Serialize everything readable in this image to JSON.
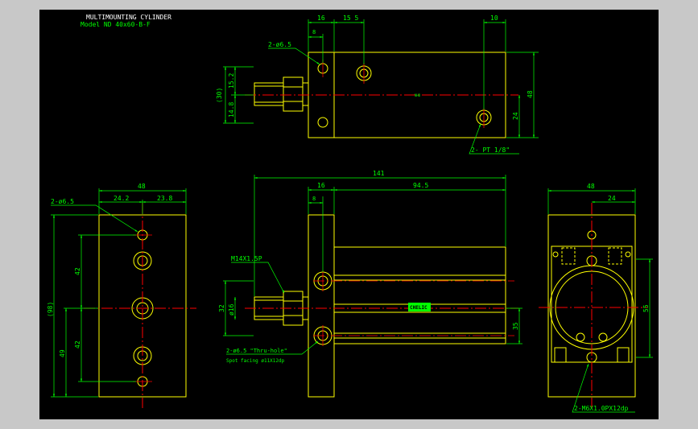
{
  "title": {
    "line1": "MULTIMOUNTING CYLINDER",
    "line2": "Model  ND  40x60-B-F"
  },
  "top_view": {
    "dims": {
      "d16": "16",
      "d15_5": "15 5",
      "d10": "10",
      "d8": "8",
      "d15_2": "15.2",
      "d14_8": "14.8",
      "d30": "(30)",
      "d48": "48",
      "d24": "24"
    },
    "hole_label": "2-ø6.5",
    "port_label": "2-  PT 1/8\"",
    "center_mark": "NHD"
  },
  "left_view": {
    "dims": {
      "d48": "48",
      "d24_2": "24.2",
      "d23_8": "23.8",
      "d42a": "42",
      "d42b": "42",
      "d98": "(98)",
      "d49": "49"
    },
    "hole_label": "2-ø6.5"
  },
  "front_view": {
    "dims": {
      "d141": "141",
      "d16": "16",
      "d94_5": "94.5",
      "d8": "8",
      "d32": "32",
      "d16phi": "ø16",
      "d35": "35"
    },
    "thread_label": "M14X1.5P",
    "hole_label": "2-ø6.5 \"Thru-hole\"",
    "spot_label": "Spot facing  ø11X12dp",
    "logo": "CHELIC"
  },
  "right_view": {
    "dims": {
      "d48": "48",
      "d24": "24",
      "d55": "55"
    },
    "thread_label": "2-M6X1.0PX12dp"
  },
  "colors": {
    "yellow": "#ffff00",
    "green": "#00ff00",
    "red": "#ff0000",
    "white": "#ffffff",
    "background": "#000000"
  }
}
